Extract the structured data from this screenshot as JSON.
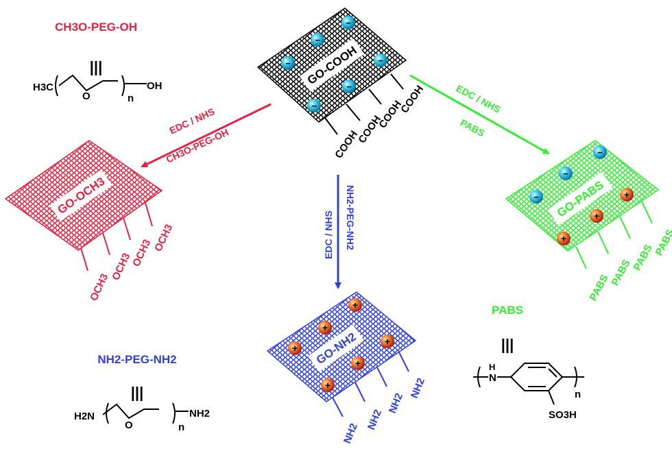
{
  "colors": {
    "red": "#e8203f",
    "blue": "#3040e0",
    "green": "#33ee33",
    "black": "#000000",
    "cyan_charge": "#40c8e8",
    "orange_charge": "#f07020"
  },
  "legend_peg_oh": {
    "name": "CH3O-PEG-OH",
    "equiv": "|||",
    "left_group": "H3C",
    "o": "O",
    "n": "n",
    "right_group": "OH"
  },
  "legend_peg_nh2": {
    "name": "NH2-PEG-NH2",
    "equiv": "|||",
    "left_group": "H2N",
    "o": "O",
    "n": "n",
    "right_group": "NH2"
  },
  "legend_pabs": {
    "name": "PABS",
    "equiv": "|||",
    "nh": "N",
    "h": "H",
    "n": "n",
    "so3h": "SO3H"
  },
  "center_sheet": {
    "label": "GO-COOH",
    "groups": [
      "COOH",
      "COOH",
      "COOH",
      "COOH"
    ],
    "charge_symbol": "−"
  },
  "red_sheet": {
    "label": "GO-OCH3",
    "groups": [
      "OCH3",
      "OCH3",
      "OCH3",
      "OCH3"
    ]
  },
  "blue_sheet": {
    "label": "GO-NH2",
    "groups": [
      "NH2",
      "NH2",
      "NH2",
      "NH2"
    ],
    "charge_symbol": "+"
  },
  "green_sheet": {
    "label": "GO-PABS",
    "groups": [
      "PABS",
      "PABS",
      "PABS",
      "PABS"
    ],
    "neg_symbol": "−",
    "pos_symbol": "+"
  },
  "arrow_red": {
    "line1": "EDC / NHS",
    "line2": "CH3O-PEG-OH"
  },
  "arrow_blue": {
    "line1": "EDC / NHS",
    "line2": "NH2-PEG-NH2"
  },
  "arrow_green": {
    "line1": "EDC / NHS",
    "line2": "PABS"
  }
}
